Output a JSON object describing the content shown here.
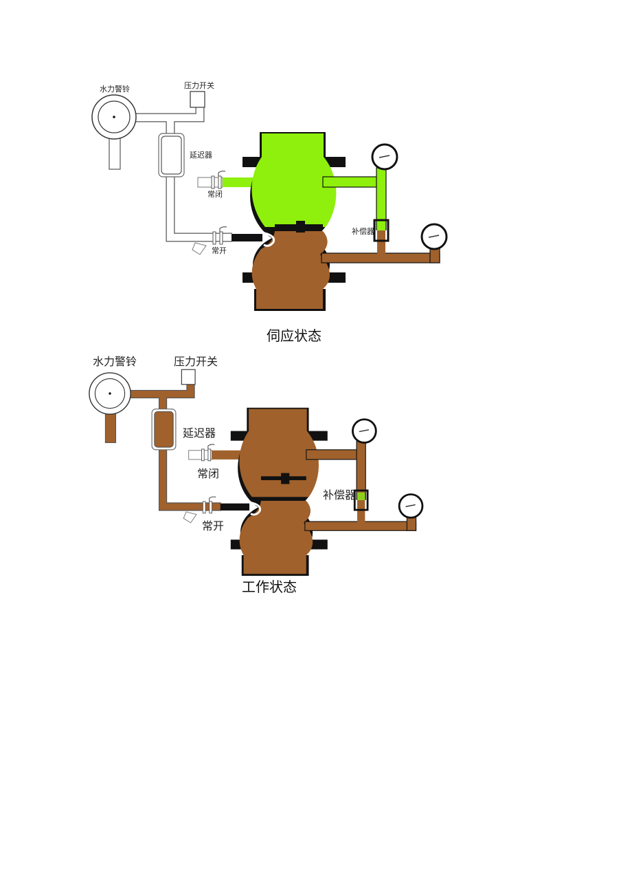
{
  "diagrams": [
    {
      "caption": "伺应状态",
      "labels": {
        "bell": "水力警铃",
        "pressure_switch": "压力开关",
        "retard_chamber": "延迟器",
        "normally_closed": "常闭",
        "normally_open": "常开",
        "compensator": "补偿器"
      },
      "colors": {
        "alarm_line": "#ffffff",
        "upper_chamber": "#8ef00c",
        "lower_chamber": "#a0612c",
        "compensator": "#8ef00c"
      },
      "clapper_state": "closed"
    },
    {
      "caption": "工作状态",
      "labels": {
        "bell": "水力警铃",
        "pressure_switch": "压力开关",
        "retard_chamber": "延迟器",
        "normally_closed": "常闭",
        "normally_open": "常开",
        "compensator": "补偿器"
      },
      "colors": {
        "alarm_line": "#a0612c",
        "upper_chamber": "#a0612c",
        "lower_chamber": "#a0612c",
        "compensator": "#8ed11c"
      },
      "clapper_state": "open"
    }
  ]
}
